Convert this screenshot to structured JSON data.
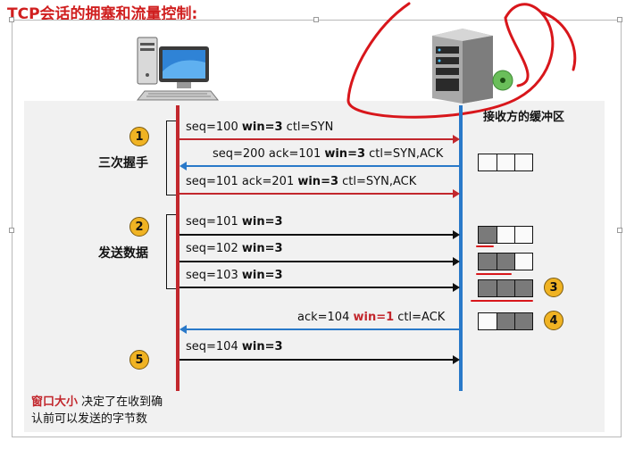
{
  "title": "TCP会话的拥塞和流量控制:",
  "receiver_buffer_label": "接收方的缓冲区",
  "groups": {
    "handshake": {
      "label": "三次握手",
      "badge": "1"
    },
    "sending": {
      "label": "发送数据",
      "badge": "2"
    }
  },
  "badges": {
    "b3": "3",
    "b4": "4",
    "b5": "5"
  },
  "messages": [
    {
      "parts": [
        "seq=100 ",
        "win=3",
        " ctl=SYN"
      ],
      "direction": "right",
      "color": "#c2272d"
    },
    {
      "parts": [
        "seq=200 ack=101 ",
        "win=3",
        " ctl=SYN,ACK"
      ],
      "direction": "left",
      "color": "#2979c9"
    },
    {
      "parts": [
        "seq=101 ack=201 ",
        "win=3",
        " ctl=SYN,ACK"
      ],
      "direction": "right",
      "color": "#c2272d"
    },
    {
      "parts": [
        "seq=101 ",
        "win=3",
        ""
      ],
      "direction": "right",
      "color": "#111111"
    },
    {
      "parts": [
        "seq=102 ",
        "win=3",
        ""
      ],
      "direction": "right",
      "color": "#111111"
    },
    {
      "parts": [
        "seq=103 ",
        "win=3",
        ""
      ],
      "direction": "right",
      "color": "#111111"
    },
    {
      "parts": [
        "ack=104 ",
        "win=1",
        " ctl=ACK"
      ],
      "direction": "left",
      "color": "#2979c9"
    },
    {
      "parts": [
        "seq=104 ",
        "win=3",
        ""
      ],
      "direction": "right",
      "color": "#111111"
    }
  ],
  "buffers": [
    {
      "filled": [
        false,
        false,
        false
      ]
    },
    {
      "filled": [
        true,
        false,
        false
      ]
    },
    {
      "filled": [
        true,
        true,
        false
      ]
    },
    {
      "filled": [
        true,
        true,
        true
      ]
    },
    {
      "filled": [
        false,
        true,
        true
      ]
    }
  ],
  "footnote": {
    "keyword": "窗口大小",
    "line1": " 决定了在收到确",
    "line2": "认前可以发送的字节数"
  },
  "colors": {
    "sender_line": "#c2272d",
    "receiver_line": "#2979c9",
    "badge": "#f0b323",
    "annotation": "#d8161b"
  }
}
